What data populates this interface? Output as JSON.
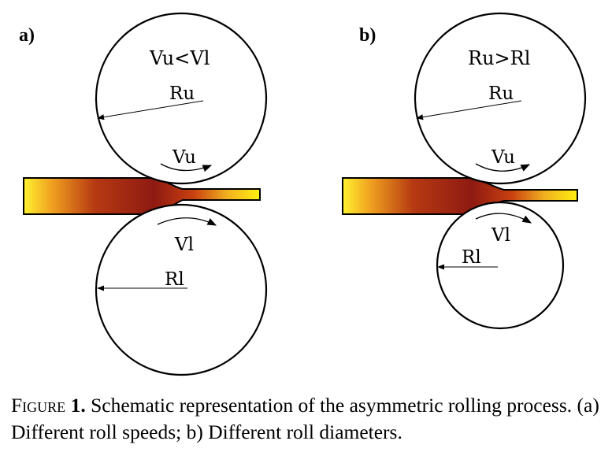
{
  "panels": [
    {
      "letter": "a)",
      "upper_roll": {
        "relation": "Vu<Vl",
        "radius": "Ru",
        "speed": "Vu"
      },
      "lower_roll": {
        "radius": "Rl",
        "speed": "Vl"
      }
    },
    {
      "letter": "b)",
      "upper_roll": {
        "relation": "Ru>Rl",
        "radius": "Ru",
        "speed": "Vu"
      },
      "lower_roll": {
        "radius": "Rl",
        "speed": "Vl"
      }
    }
  ],
  "caption": {
    "figure_word": "Figure",
    "figure_number": "1.",
    "text": "Schematic representation of the asymmetric rolling process. (a) Different roll speeds; b) Different roll diameters."
  },
  "colors": {
    "strip_hot": "#8b1a10",
    "strip_warm": "#e06010",
    "strip_cold": "#ffef10",
    "outline": "#000000"
  }
}
